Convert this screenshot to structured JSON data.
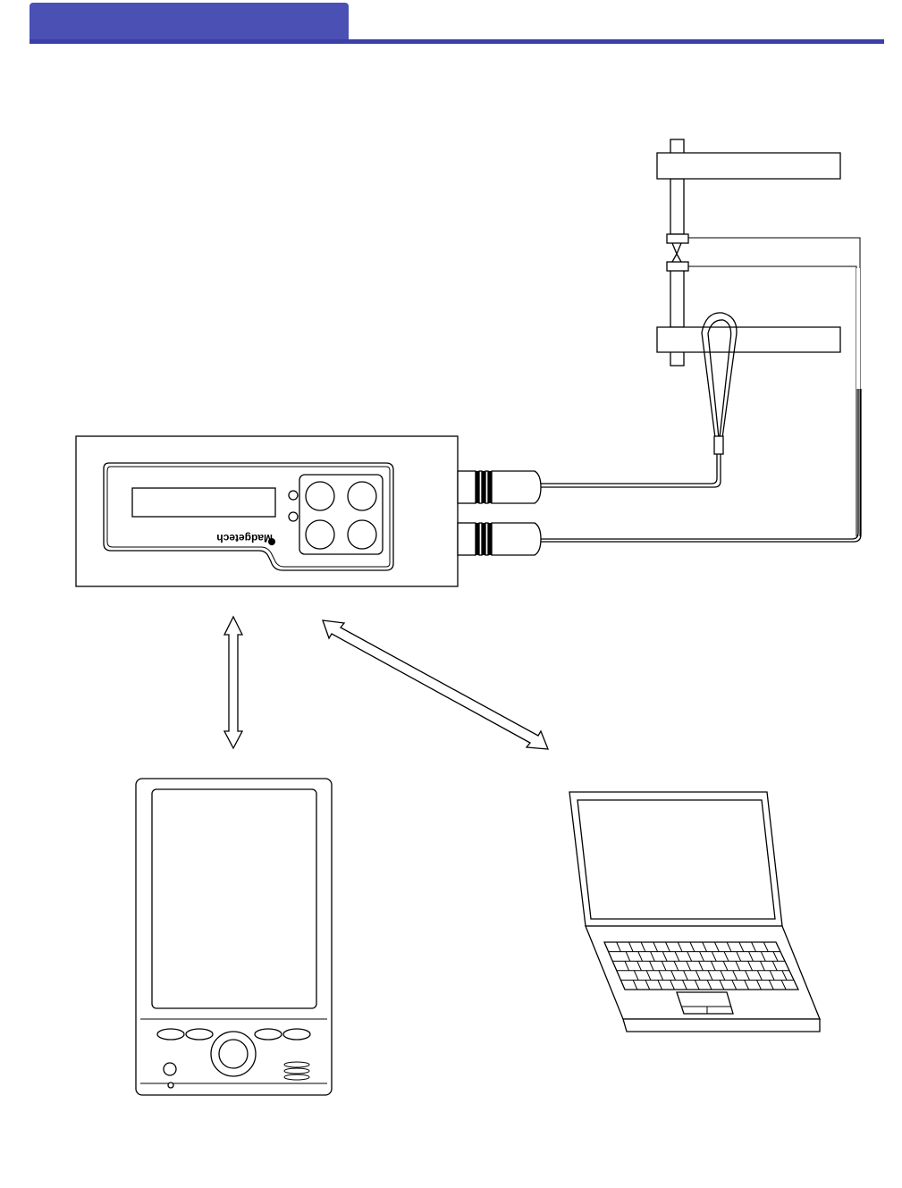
{
  "header": {
    "color": "#4a50b4",
    "rule_color": "#3a40a8"
  },
  "logger": {
    "brand": "Madgetech"
  },
  "icons": [
    "pipe-assembly",
    "data-logger",
    "handheld-pda",
    "laptop-computer",
    "bidirectional-arrow"
  ]
}
